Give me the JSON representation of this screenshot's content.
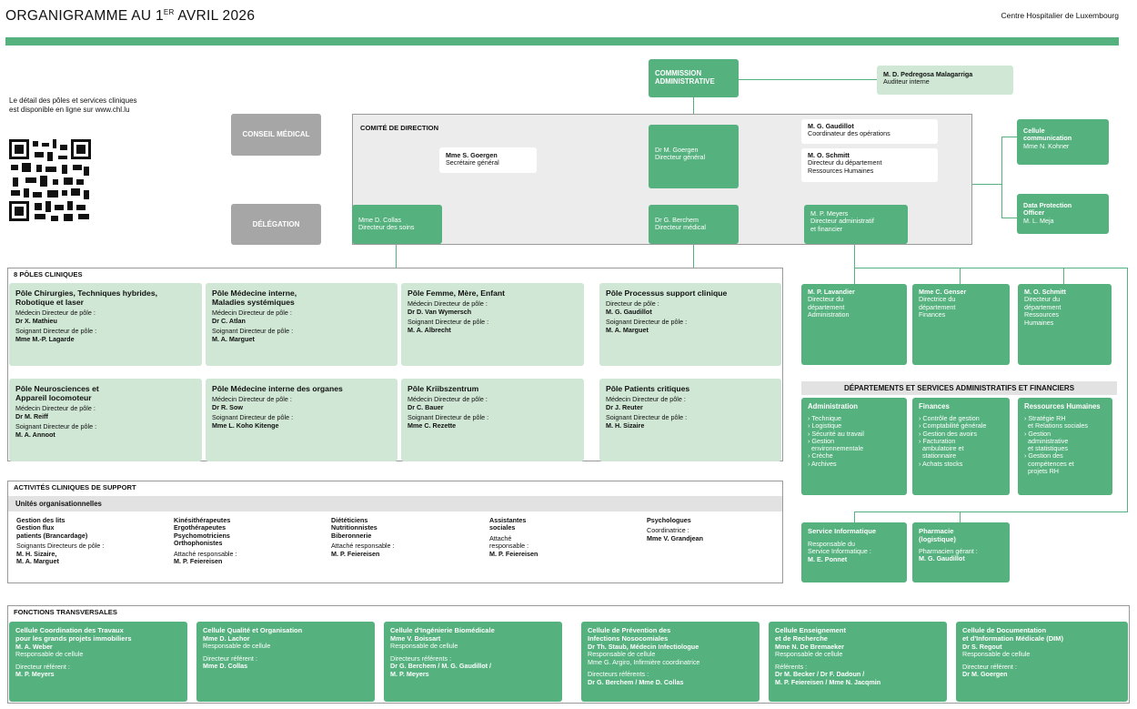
{
  "header": {
    "title_prefix": "ORGANIGRAMME AU 1",
    "title_sup": "ER",
    "title_suffix": " AVRIL 2026",
    "org": "Centre Hospitalier de Luxembourg"
  },
  "intro": {
    "line1": "Le détail des pôles et services cliniques",
    "line2": "est disponible en ligne sur www.chl.lu"
  },
  "left_labels": {
    "conseil": "CONSEIL MÉDICAL",
    "delegation": "DÉLÉGATION"
  },
  "commission": {
    "line1": "COMMISSION",
    "line2": "ADMINISTRATIVE"
  },
  "auditor": {
    "name": "M. D. Pedregosa Malagarriga",
    "role": "Auditeur interne"
  },
  "comite": {
    "label": "COMITÉ DE DIRECTION",
    "secretaire": {
      "name": "Mme S. Goergen",
      "role": "Secrétaire général"
    },
    "dg": {
      "name": "Dr M. Goergen",
      "role": "Directeur général"
    },
    "coord": {
      "name": "M. G. Gaudillot",
      "role": "Coordinateur des opérations"
    },
    "rh": {
      "name": "M. O. Schmitt",
      "role1": "Directeur du département",
      "role2": "Ressources Humaines"
    },
    "soins": {
      "name": "Mme D. Collas",
      "role": "Directeur des soins"
    },
    "medical": {
      "name": "Dr G. Berchem",
      "role": "Directeur médical"
    },
    "admin": {
      "name": "M. P. Meyers",
      "role1": "Directeur administratif",
      "role2": "et financier"
    }
  },
  "cellule_comm": {
    "l1": "Cellule",
    "l2": "communication",
    "l3": "Mme N. Kohner"
  },
  "dpo": {
    "l1": "Data Protection",
    "l2": "Officer",
    "l3": "M. L. Meja"
  },
  "poles": {
    "label": "8 PÔLES CLINIQUES",
    "items": [
      {
        "t1": "Pôle Chirurgies, Techniques hybrides,",
        "t2": "Robotique et laser",
        "r1": "Médecin Directeur de pôle :",
        "n1": "Dr X. Mathieu",
        "r2": "Soignant Directeur de pôle :",
        "n2": "Mme M.-P. Lagarde"
      },
      {
        "t1": "Pôle Médecine interne,",
        "t2": "Maladies systémiques",
        "r1": "Médecin Directeur de pôle :",
        "n1": "Dr C. Atlan",
        "r2": "Soignant Directeur de pôle :",
        "n2": "M. A. Marguet"
      },
      {
        "t1": "Pôle Femme, Mère, Enfant",
        "t2": "",
        "r1": "Médecin Directeur de pôle :",
        "n1": "Dr D. Van Wymersch",
        "r2": "Soignant Directeur de pôle :",
        "n2": "M. A. Albrecht"
      },
      {
        "t1": "Pôle Processus support clinique",
        "t2": "",
        "r1": "Directeur de pôle :",
        "n1": "M. G. Gaudillot",
        "r2": "Soignant Directeur de pôle :",
        "n2": "M. A. Marguet"
      },
      {
        "t1": "Pôle Neurosciences et",
        "t2": "Appareil locomoteur",
        "r1": "Médecin Directeur de pôle :",
        "n1": "Dr M. Reiff",
        "r2": "Soignant Directeur de pôle :",
        "n2": "M. A. Annoot"
      },
      {
        "t1": "Pôle Médecine interne des organes",
        "t2": "",
        "r1": "Médecin Directeur de pôle :",
        "n1": "Dr R. Sow",
        "r2": "Soignant Directeur de pôle :",
        "n2": "Mme L. Koho Kitenge"
      },
      {
        "t1": "Pôle Kriibszentrum",
        "t2": "",
        "r1": "Médecin Directeur de pôle :",
        "n1": "Dr C. Bauer",
        "r2": "Soignant Directeur de pôle :",
        "n2": "Mme C. Rezette"
      },
      {
        "t1": "Pôle Patients critiques",
        "t2": "",
        "r1": "Médecin Directeur de pôle :",
        "n1": "Dr J. Reuter",
        "r2": "Soignant Directeur de pôle :",
        "n2": "M. H. Sizaire"
      }
    ]
  },
  "directors": [
    {
      "name": "M. P. Lavandier",
      "l1": "Directeur du",
      "l2": "département",
      "l3": "Administration",
      "l4": ""
    },
    {
      "name": "Mme C. Genser",
      "l1": "Directrice du",
      "l2": "département",
      "l3": "Finances",
      "l4": ""
    },
    {
      "name": "M. O. Schmitt",
      "l1": "Directeur du",
      "l2": "département",
      "l3": "Ressources",
      "l4": "Humaines"
    }
  ],
  "dept_title": "DÉPARTEMENTS ET SERVICES ADMINISTRATIFS ET FINANCIERS",
  "depts": [
    {
      "title": "Administration",
      "items": [
        "› Technique",
        "› Logistique",
        "› Sécurité au travail",
        "› Gestion",
        "  environnementale",
        "› Crèche",
        "› Archives"
      ]
    },
    {
      "title": "Finances",
      "items": [
        "› Contrôle de gestion",
        "› Comptabilité générale",
        "› Gestion des avoirs",
        "› Facturation",
        "  ambulatoire et",
        "  stationnaire",
        "› Achats stocks"
      ]
    },
    {
      "title": "Ressources Humaines",
      "items": [
        "› Stratégie RH",
        "  et Relations sociales",
        "› Gestion",
        "  administrative",
        "  et statistiques",
        "› Gestion des",
        "  compétences et",
        "  projets RH"
      ]
    }
  ],
  "service_info": {
    "t1": "Service Informatique",
    "r1": "Responsable du",
    "r2": "Service Informatique :",
    "n": "M. E. Ponnet"
  },
  "pharmacie": {
    "t1": "Pharmacie",
    "t2": "(logistique)",
    "r1": "Pharmacien gérant :",
    "n": "M. G. Gaudillot"
  },
  "support": {
    "label": "ACTIVITÉS CLINIQUES DE SUPPORT",
    "sub": "Unités organisationnelles",
    "items": [
      {
        "lines": [
          "Gestion des lits",
          "Gestion flux",
          "patients (Brancardage)"
        ],
        "role": [
          "Soignants Directeurs de pôle :"
        ],
        "names": [
          "M. H. Sizaire,",
          "M. A. Marguet"
        ]
      },
      {
        "lines": [
          "Kinésithérapeutes",
          "Ergothérapeutes",
          "Psychomotriciens",
          "Orthophonistes"
        ],
        "role": [
          "Attaché responsable :"
        ],
        "names": [
          "M. P. Feiereisen"
        ]
      },
      {
        "lines": [
          "Diététiciens",
          "Nutritionnistes",
          "Biberonnerie"
        ],
        "role": [
          "Attaché responsable :"
        ],
        "names": [
          "M. P. Feiereisen"
        ]
      },
      {
        "lines": [
          "Assistantes",
          "sociales"
        ],
        "role": [
          "Attaché",
          "responsable :"
        ],
        "names": [
          "M. P. Feiereisen"
        ]
      },
      {
        "lines": [
          "Psychologues"
        ],
        "role": [
          "Coordinatrice :"
        ],
        "names": [
          "Mme V. Grandjean"
        ]
      }
    ]
  },
  "transversales": {
    "label": "FONCTIONS TRANSVERSALES",
    "items": [
      {
        "title": [
          "Cellule Coordination des Travaux",
          "pour les grands projets immobiliers"
        ],
        "name": [
          "M. A. Weber"
        ],
        "role": "Responsable de cellule",
        "ref_label": "Directeur référent :",
        "refs": [
          "M. P. Meyers"
        ]
      },
      {
        "title": [
          "Cellule Qualité et Organisation"
        ],
        "name": [
          "Mme D. Lachor"
        ],
        "role": "Responsable de cellule",
        "ref_label": "Directeur référent :",
        "refs": [
          "Mme D. Collas"
        ]
      },
      {
        "title": [
          "Cellule d'Ingénierie Biomédicale"
        ],
        "name": [
          "Mme V. Boissart"
        ],
        "role": "Responsable de cellule",
        "ref_label": "Directeurs référents :",
        "refs": [
          "Dr G. Berchem / M. G. Gaudillot /",
          "M. P. Meyers"
        ]
      },
      {
        "title": [
          "Cellule de Prévention des",
          "Infections Nosocomiales"
        ],
        "name": [
          "Dr Th. Staub, Médecin Infectiologue",
          "Responsable de cellule",
          "Mme G. Argiro, Infirmière coordinatrice"
        ],
        "role": "",
        "ref_label": "Directeurs référents :",
        "refs": [
          "Dr G. Berchem / Mme D. Collas"
        ]
      },
      {
        "title": [
          "Cellule Enseignement",
          "et de Recherche"
        ],
        "name": [
          "Mme N. De Bremaeker"
        ],
        "role": "Responsable de cellule",
        "ref_label": "Référents :",
        "refs": [
          "Dr M. Becker / Dr F. Dadoun  /",
          "M. P. Feiereisen / Mme N. Jacqmin"
        ]
      },
      {
        "title": [
          "Cellule de Documentation",
          "et d'Information Médicale (DIM)"
        ],
        "name": [
          "Dr S. Regout"
        ],
        "role": "Responsable de cellule",
        "ref_label": "Directeur référent :",
        "refs": [
          "Dr M. Goergen"
        ]
      }
    ]
  },
  "colors": {
    "green": "#55b17e",
    "light_green": "#cfe7d4",
    "gray": "#a6a6a6"
  }
}
